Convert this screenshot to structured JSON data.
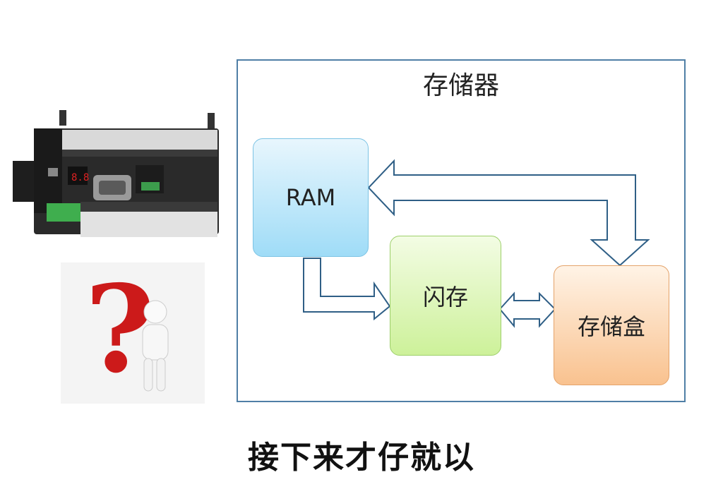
{
  "diagram": {
    "title": "存储器",
    "nodes": {
      "ram": "RAM",
      "flash": "闪存",
      "storage_box": "存储盒"
    }
  },
  "subtitle": "接下来才仔就以",
  "colors": {
    "frame_border": "#4f7fa6",
    "arrow_stroke": "#2f5f86",
    "ram_fill": "#9fdcf7",
    "flash_fill": "#cdf19a",
    "box_fill": "#f9c28f",
    "question_mark": "#cc1a1a"
  }
}
